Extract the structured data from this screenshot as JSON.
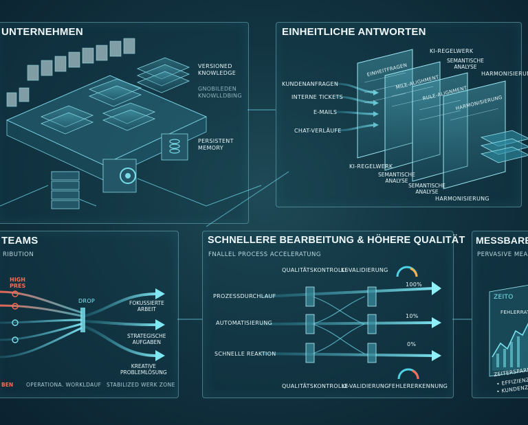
{
  "panels": {
    "unternehmen": {
      "title": "UNTERNEHMEN",
      "labels": [
        "VERSIONED\nKNOWLEDGE",
        "GNOBILEDEN\nKNOWLLDBING",
        "PERSISTENT\nMEMORY"
      ]
    },
    "antworten": {
      "title": "EINHEITLICHE ANTWORTEN",
      "inputs": [
        "KUNDENANFRAGEN",
        "INTERNE TICKETS",
        "E-MAILS",
        "CHAT-VERLÄUFE"
      ],
      "top_labels": [
        "KI-REGELWERK",
        "SEMANTISCHE\nANALYSE",
        "HARMONISIERUNG"
      ],
      "card_titles": [
        "EINHEITFRAGEN",
        "MILE-ALIGHMENT",
        "RULE-ALIGNMENT",
        "HARMONISIERUNG"
      ],
      "bottom_labels": [
        "KI-REGELWERK",
        "SEMANTISCHE\nANALYSE",
        "SEMANTISCHE\nANALYSE",
        "HARMONISIERUNG"
      ]
    },
    "teams": {
      "title": "TEAMS",
      "subtitle": "RIBUTION",
      "high": "HIGH\nPRES",
      "drop": "DROP",
      "outputs": [
        "FOKUSSIERTE\nARBEIT",
        "STRATEGISCHE\nAUFGABEN",
        "KREATIVE\nPROBLEMLÖSUNG"
      ],
      "footer_left": "BEN",
      "footer_mid": "OPERATIONA. WORKLDAUF",
      "footer_right": "STABILIZED WERK ZONE"
    },
    "bearbeitung": {
      "title": "SCHNELLERE BEARBEITUNG & HÖHERE QUALITÄT",
      "subtitle": "FNALLEL PROCESS ACCELERATUNG",
      "top_labels": [
        "QUALITÄTSKONTROLLE",
        "KI-VALIDIERUNG"
      ],
      "rows": [
        "PROZESSDURCHLAUF",
        "AUTOMATISIERUNG",
        "SCHNELLE REAKTION"
      ],
      "percents": [
        "100%",
        "10%",
        "0%"
      ],
      "bottom_labels": [
        "QUALITÄTSKONTROLLE",
        "KI-VALIDIERUNG",
        "FEHLERERKENNUNG"
      ]
    },
    "messbarer": {
      "title": "MESSBARER",
      "subtitle": "PERVASIVE MEASURE",
      "zeit": "ZEITO",
      "fehler": "FEHLERRATE",
      "bottom": "ZEITERSPARNIS",
      "bullets": [
        "• EFFIZIENZST",
        "• KUNDENZUF"
      ]
    }
  },
  "colors": {
    "accent": "#4fd2e6",
    "warning": "#ff6a55",
    "panel_border": "#8cd2e1"
  }
}
